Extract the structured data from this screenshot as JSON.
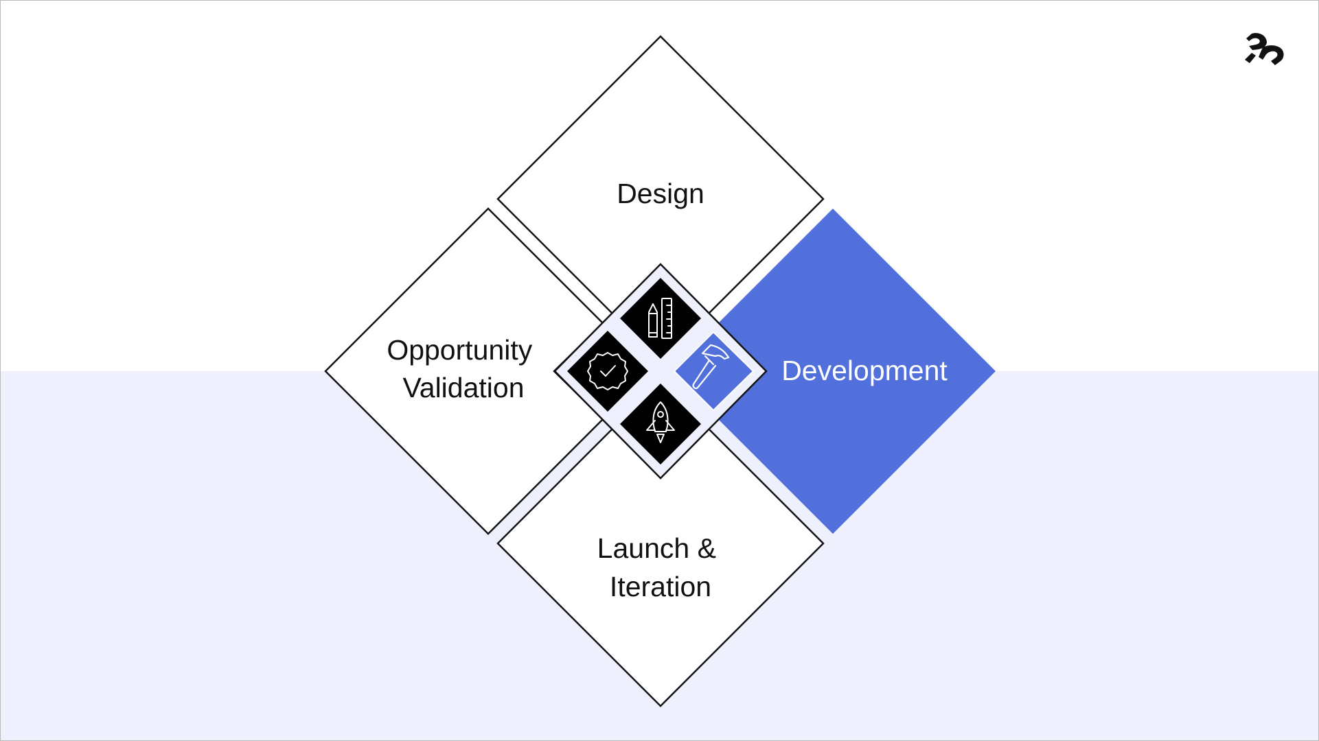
{
  "diagram": {
    "stages": {
      "design": "Design",
      "opportunity_line1": "Opportunity",
      "opportunity_line2": "Validation",
      "development": "Development",
      "launch_line1": "Launch &",
      "launch_line2": "Iteration"
    },
    "highlighted_stage": "development",
    "icons": {
      "design": "pencil-ruler-icon",
      "opportunity": "badge-check-icon",
      "development": "hammer-icon",
      "launch": "rocket-icon"
    }
  },
  "brand": {
    "logo": "company-logo"
  },
  "colors": {
    "accent": "#5170db",
    "lower_background": "#eef0fd",
    "icon_tile": "#000000",
    "outline": "#111111"
  }
}
